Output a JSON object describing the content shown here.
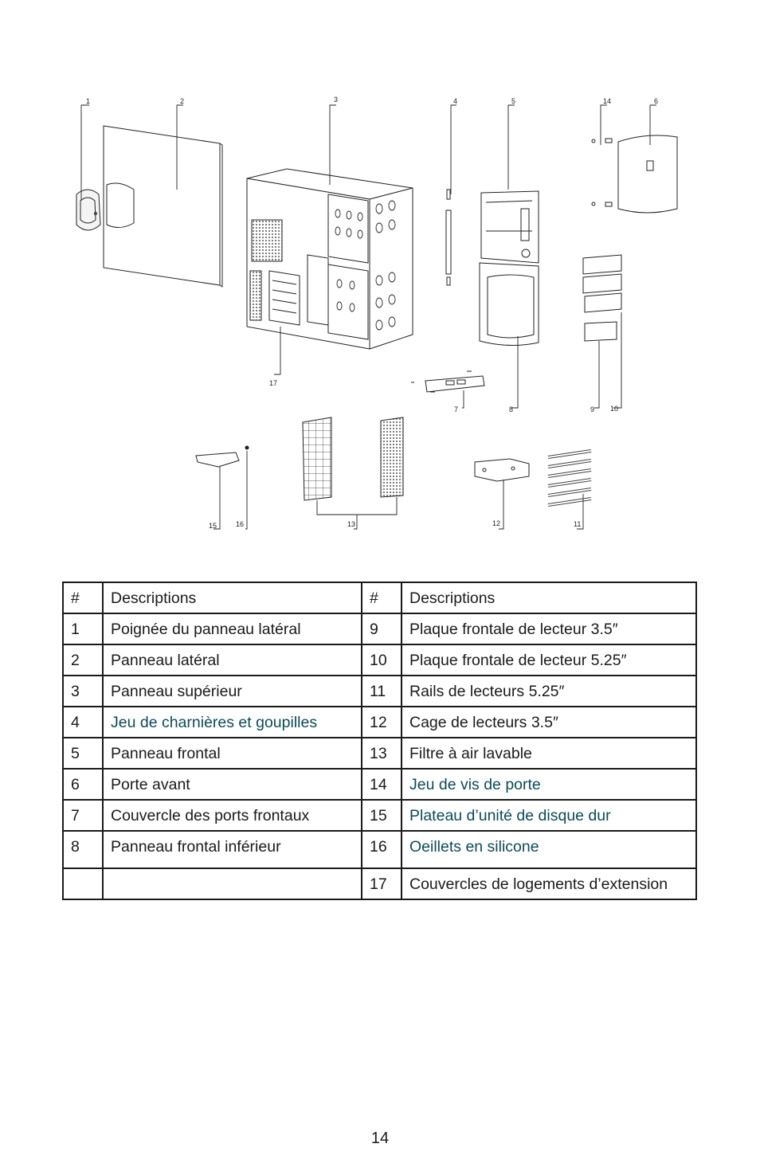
{
  "callouts": [
    "1",
    "2",
    "3",
    "4",
    "5",
    "6",
    "7",
    "8",
    "9",
    "10",
    "11",
    "12",
    "13",
    "14",
    "15",
    "16",
    "17"
  ],
  "table": {
    "headers": [
      "#",
      "Descriptions",
      "#",
      "Descriptions"
    ],
    "rows": [
      {
        "n1": "1",
        "d1": "Poignée du panneau latéral",
        "n2": "9",
        "d2": "Plaque frontale de lecteur 3.5″"
      },
      {
        "n1": "2",
        "d1": "Panneau latéral",
        "n2": "10",
        "d2": "Plaque frontale de lecteur 5.25″"
      },
      {
        "n1": "3",
        "d1": "Panneau supérieur",
        "n2": "11",
        "d2": "Rails de lecteurs 5.25″"
      },
      {
        "n1": "4",
        "d1": "Jeu de charnières et goupilles",
        "n2": "12",
        "d2": "Cage de lecteurs 3.5″"
      },
      {
        "n1": "5",
        "d1": "Panneau frontal",
        "n2": "13",
        "d2": "Filtre à air lavable"
      },
      {
        "n1": "6",
        "d1": "Porte avant",
        "n2": "14",
        "d2": "Jeu de vis de porte"
      },
      {
        "n1": "7",
        "d1": "Couvercle des ports frontaux",
        "n2": "15",
        "d2": "Plateau d’unité de disque dur"
      },
      {
        "n1": "8",
        "d1": "Panneau frontal inférieur",
        "n2": "16",
        "d2": "Oeillets en silicone"
      },
      {
        "n1": "",
        "d1": "",
        "n2": "17",
        "d2": "Couvercles de logements d’extension"
      }
    ]
  },
  "page_number": "14"
}
